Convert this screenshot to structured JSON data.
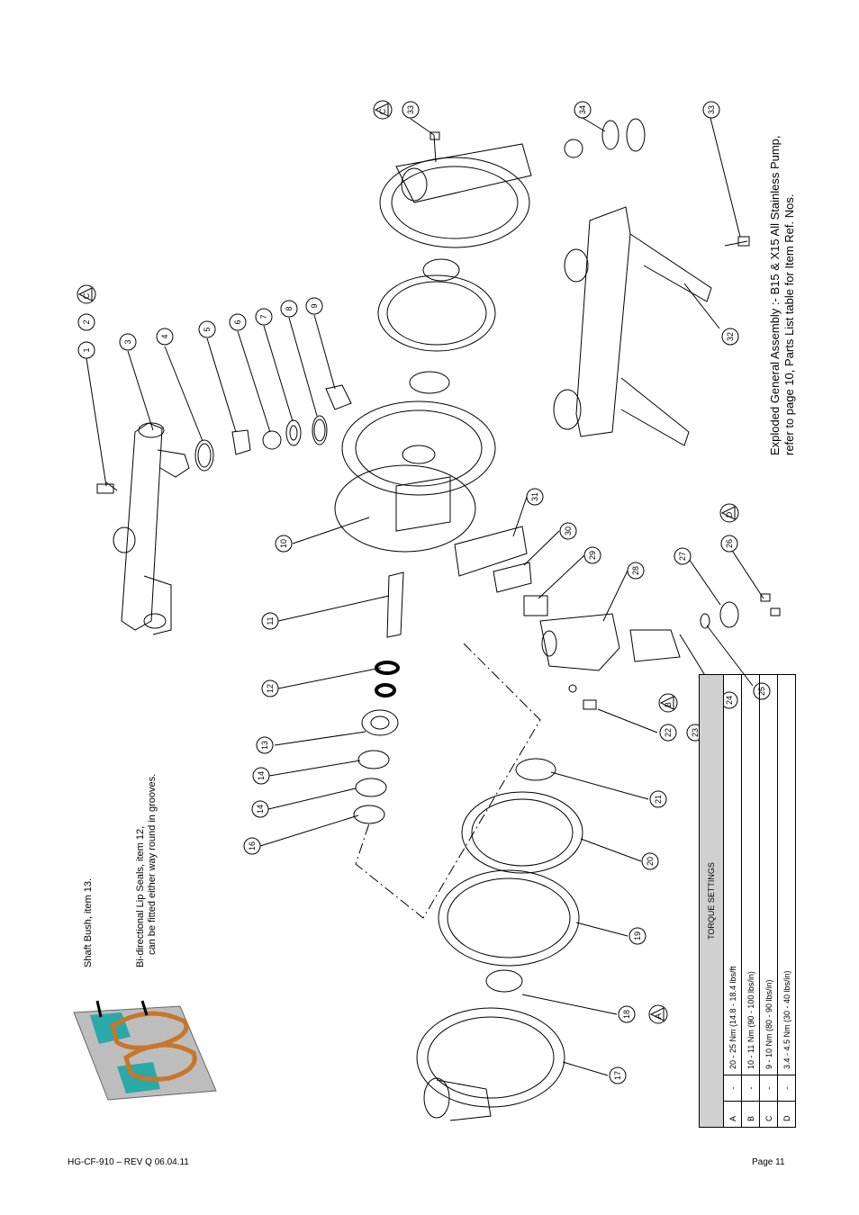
{
  "document_id": "HG-CF-910 – REV Q 06.04.11",
  "page_label": "Page 11",
  "title_line1": "Exploded General Assembly :- B15 & X15 All Stainless Pump,",
  "title_line2": "refer to page 10, Parts List table for Item Ref. Nos.",
  "note_shaft_bush": "Shaft Bush, item 13.",
  "note_lip_seals_line1": "Bi-directional Lip Seals, item 12,",
  "note_lip_seals_line2": "can be fitted either way round in grooves.",
  "torque": {
    "heading": "TORQUE SETTINGS",
    "rows": [
      {
        "letter": "A",
        "dash": "-",
        "value": "20 - 25 Nm (14.8 - 18.4 lbs/ft"
      },
      {
        "letter": "B",
        "dash": "-",
        "value": "10 - 11 Nm (90 - 100 lbs/in)"
      },
      {
        "letter": "C",
        "dash": "-",
        "value": "9 - 10 Nm (80 - 90 lbs/in)"
      },
      {
        "letter": "D",
        "dash": "-",
        "value": "3.4 - 4.5 Nm (30 - 40 lbs/in)"
      }
    ]
  },
  "callouts": [
    "1",
    "2",
    "3",
    "4",
    "5",
    "6",
    "7",
    "8",
    "9",
    "10",
    "11",
    "12",
    "13",
    "14",
    "14",
    "16",
    "17",
    "18",
    "19",
    "20",
    "21",
    "22",
    "23",
    "24",
    "25",
    "26",
    "27",
    "28",
    "29",
    "30",
    "31",
    "32",
    "33",
    "33",
    "34"
  ],
  "torque_markers": [
    "C",
    "C",
    "A",
    "B",
    "D"
  ],
  "colors": {
    "seal_accent": "#c8762a",
    "bush_teal": "#2aa9a9",
    "part_grey": "#bdbdbd"
  }
}
